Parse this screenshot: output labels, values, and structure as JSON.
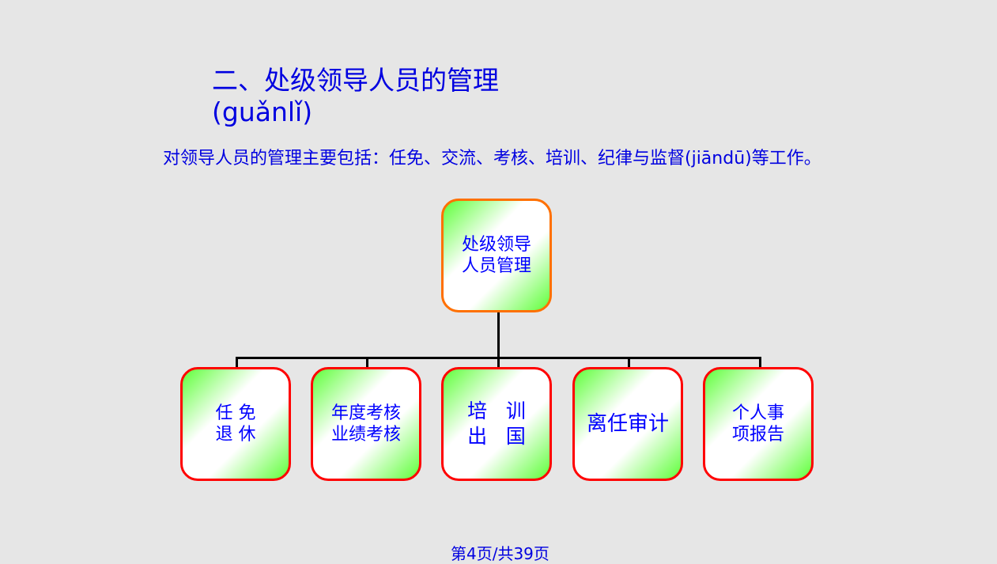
{
  "title_line1": "二、处级领导人员的管理",
  "title_line2": "(guǎnlǐ)",
  "subtitle": "对领导人员的管理主要包括：任免、交流、考核、培训、纪律与监督(jiāndū)等工作。",
  "root": "处级领导\n人员管理",
  "children": [
    "任 免\n退 休",
    "年度考核\n业绩考核",
    "培   训\n出   国",
    "离任审计",
    "个人事\n项报告"
  ],
  "footer": "第4页/共39页"
}
